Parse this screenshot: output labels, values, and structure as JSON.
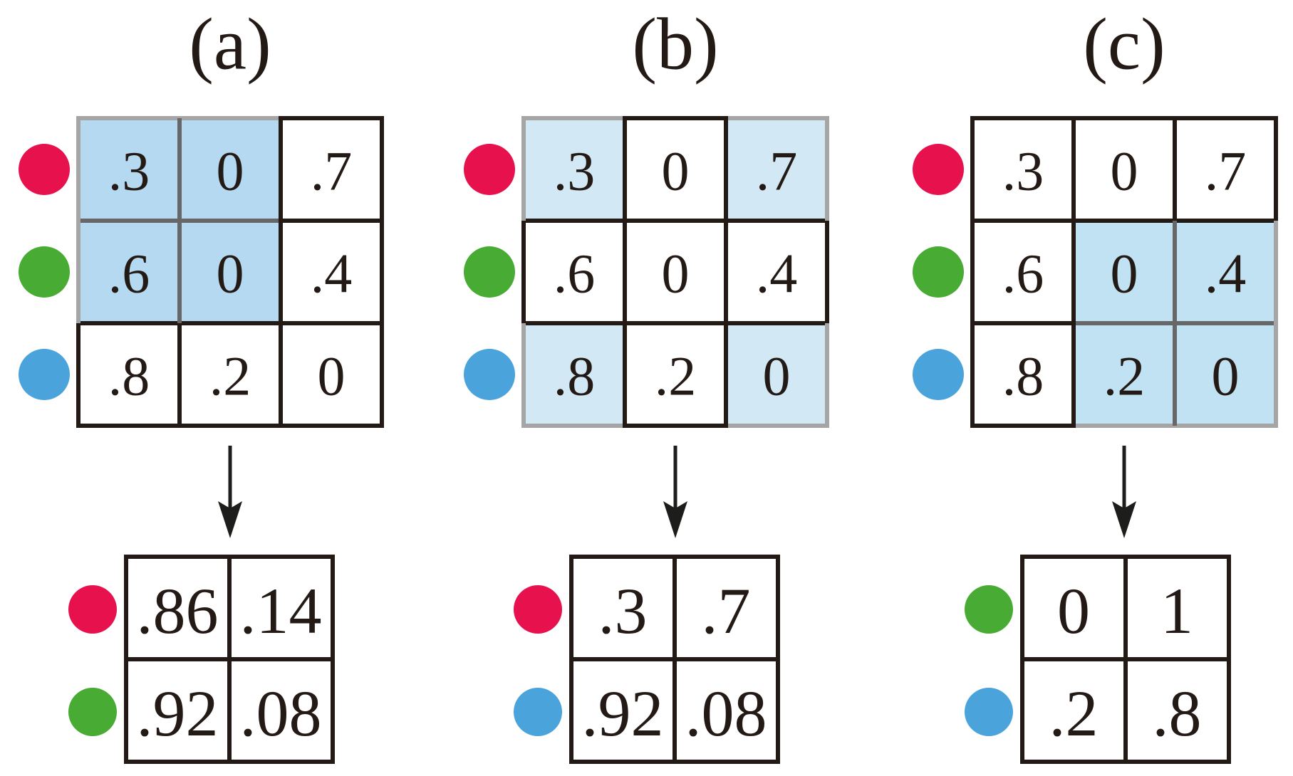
{
  "figure": {
    "type": "probability-matrix-reduction-diagram",
    "background": "#ffffff"
  },
  "colors": {
    "red": "#e6114d",
    "green": "#48ab33",
    "blue": "#4aa4db",
    "grid_black": "#231a16",
    "grid_gray_dark": "#676767",
    "grid_gray_light": "#a5a5a5",
    "text": "#231a16",
    "arrow": "#1d1d1b"
  },
  "panels": [
    {
      "label": "(a)",
      "top": {
        "row_dots": [
          "red",
          "green",
          "blue"
        ],
        "cells": [
          [
            ".3",
            "0",
            ".7"
          ],
          [
            ".6",
            "0",
            ".4"
          ],
          [
            ".8",
            ".2",
            "0"
          ]
        ],
        "highlighted_cells": [
          [
            0,
            0
          ],
          [
            0,
            1
          ],
          [
            1,
            0
          ],
          [
            1,
            1
          ]
        ],
        "highlight_color": "#b5d9f0"
      },
      "arrow": "down",
      "bottom": {
        "row_dots": [
          "red",
          "green"
        ],
        "cells": [
          [
            ".86",
            ".14"
          ],
          [
            ".92",
            ".08"
          ]
        ]
      }
    },
    {
      "label": "(b)",
      "top": {
        "row_dots": [
          "red",
          "green",
          "blue"
        ],
        "cells": [
          [
            ".3",
            "0",
            ".7"
          ],
          [
            ".6",
            "0",
            ".4"
          ],
          [
            ".8",
            ".2",
            "0"
          ]
        ],
        "highlighted_cells": [
          [
            0,
            0
          ],
          [
            0,
            2
          ],
          [
            2,
            0
          ],
          [
            2,
            2
          ]
        ],
        "highlight_color": "#d2e9f5"
      },
      "arrow": "down",
      "bottom": {
        "row_dots": [
          "red",
          "blue"
        ],
        "cells": [
          [
            ".3",
            ".7"
          ],
          [
            ".92",
            ".08"
          ]
        ]
      }
    },
    {
      "label": "(c)",
      "top": {
        "row_dots": [
          "red",
          "green",
          "blue"
        ],
        "cells": [
          [
            ".3",
            "0",
            ".7"
          ],
          [
            ".6",
            "0",
            ".4"
          ],
          [
            ".8",
            ".2",
            "0"
          ]
        ],
        "highlighted_cells": [
          [
            1,
            1
          ],
          [
            1,
            2
          ],
          [
            2,
            1
          ],
          [
            2,
            2
          ]
        ],
        "highlight_color": "#c0e2f2"
      },
      "arrow": "down",
      "bottom": {
        "row_dots": [
          "green",
          "blue"
        ],
        "cells": [
          [
            "0",
            "1"
          ],
          [
            ".2",
            ".8"
          ]
        ]
      }
    }
  ]
}
